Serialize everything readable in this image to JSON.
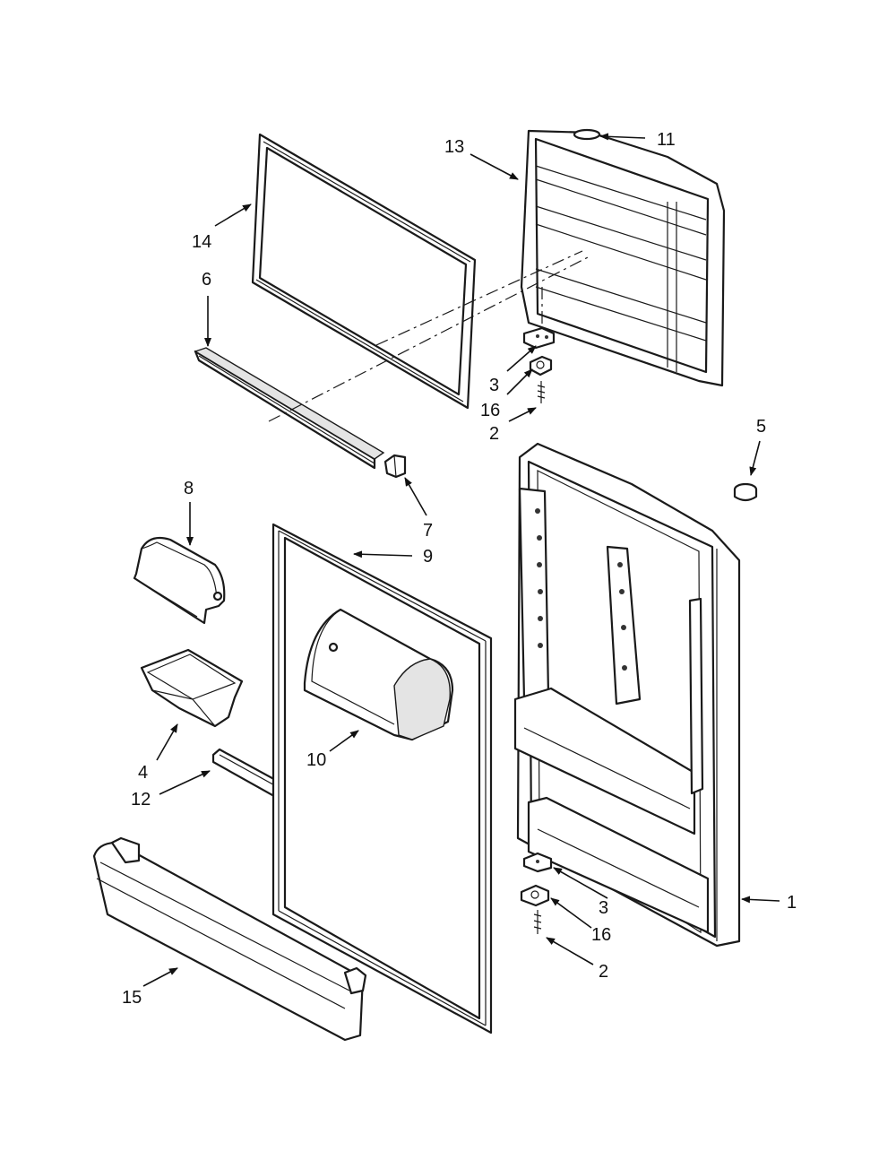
{
  "callouts": [
    {
      "id": "c1",
      "label": "1"
    },
    {
      "id": "c2a",
      "label": "2"
    },
    {
      "id": "c2b",
      "label": "2"
    },
    {
      "id": "c3a",
      "label": "3"
    },
    {
      "id": "c3b",
      "label": "3"
    },
    {
      "id": "c4",
      "label": "4"
    },
    {
      "id": "c5",
      "label": "5"
    },
    {
      "id": "c6",
      "label": "6"
    },
    {
      "id": "c7",
      "label": "7"
    },
    {
      "id": "c8",
      "label": "8"
    },
    {
      "id": "c9",
      "label": "9"
    },
    {
      "id": "c10",
      "label": "10"
    },
    {
      "id": "c11",
      "label": "11"
    },
    {
      "id": "c12",
      "label": "12"
    },
    {
      "id": "c13",
      "label": "13"
    },
    {
      "id": "c14",
      "label": "14"
    },
    {
      "id": "c15",
      "label": "15"
    },
    {
      "id": "c16a",
      "label": "16"
    },
    {
      "id": "c16b",
      "label": "16"
    }
  ]
}
